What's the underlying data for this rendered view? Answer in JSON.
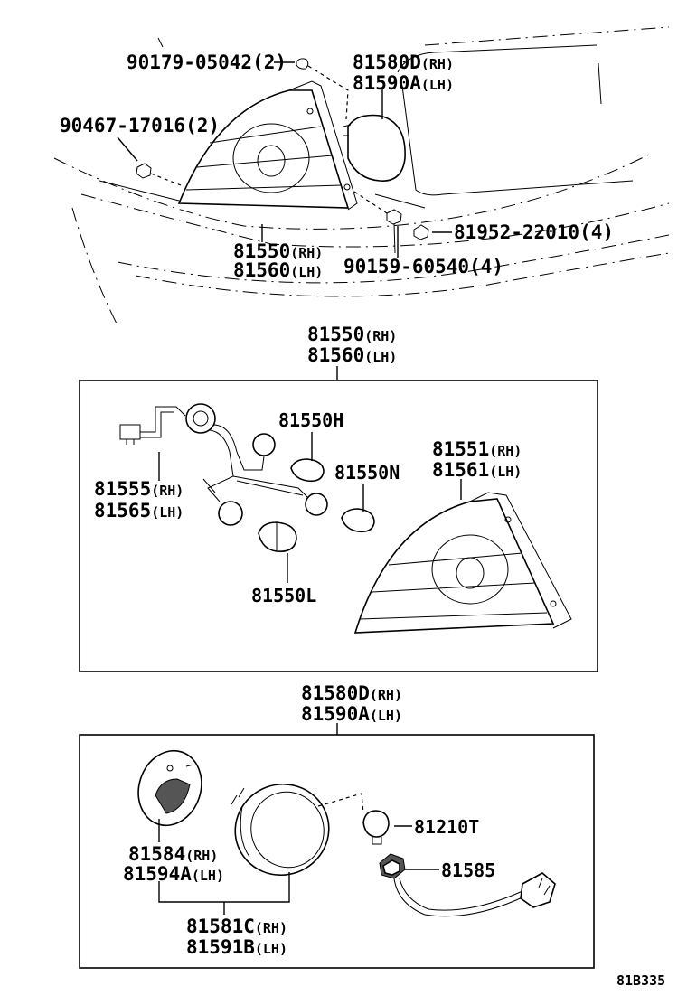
{
  "diagram_code": "81B335",
  "overview": {
    "screw_top": {
      "part": "90179-05042",
      "qty": "(2)"
    },
    "side_marker_top": {
      "part1": "81580D",
      "side1": "(RH)",
      "part2": "81590A",
      "side2": "(LH)"
    },
    "nut_left": {
      "part": "90467-17016",
      "qty": "(2)"
    },
    "clip_right": {
      "part": "81952-22010",
      "qty": "(4)"
    },
    "screw_bottom": {
      "part": "90159-60540",
      "qty": "(4)"
    },
    "tail_lamp": {
      "part1": "81550",
      "side1": "(RH)",
      "part2": "81560",
      "side2": "(LH)"
    }
  },
  "box1": {
    "header": {
      "part1": "81550",
      "side1": "(RH)",
      "part2": "81560",
      "side2": "(LH)"
    },
    "bulb_h": "81550H",
    "bulb_n": "81550N",
    "bulb_l": "81550L",
    "socket": {
      "part1": "81555",
      "side1": "(RH)",
      "part2": "81565",
      "side2": "(LH)"
    },
    "lens": {
      "part1": "81551",
      "side1": "(RH)",
      "part2": "81561",
      "side2": "(LH)"
    }
  },
  "box2": {
    "header": {
      "part1": "81580D",
      "side1": "(RH)",
      "part2": "81590A",
      "side2": "(LH)"
    },
    "bulb": "81210T",
    "socket": "81585",
    "lens": {
      "part1": "81584",
      "side1": "(RH)",
      "part2": "81594A",
      "side2": "(LH)"
    },
    "housing": {
      "part1": "81581C",
      "side1": "(RH)",
      "part2": "81591B",
      "side2": "(LH)"
    }
  }
}
